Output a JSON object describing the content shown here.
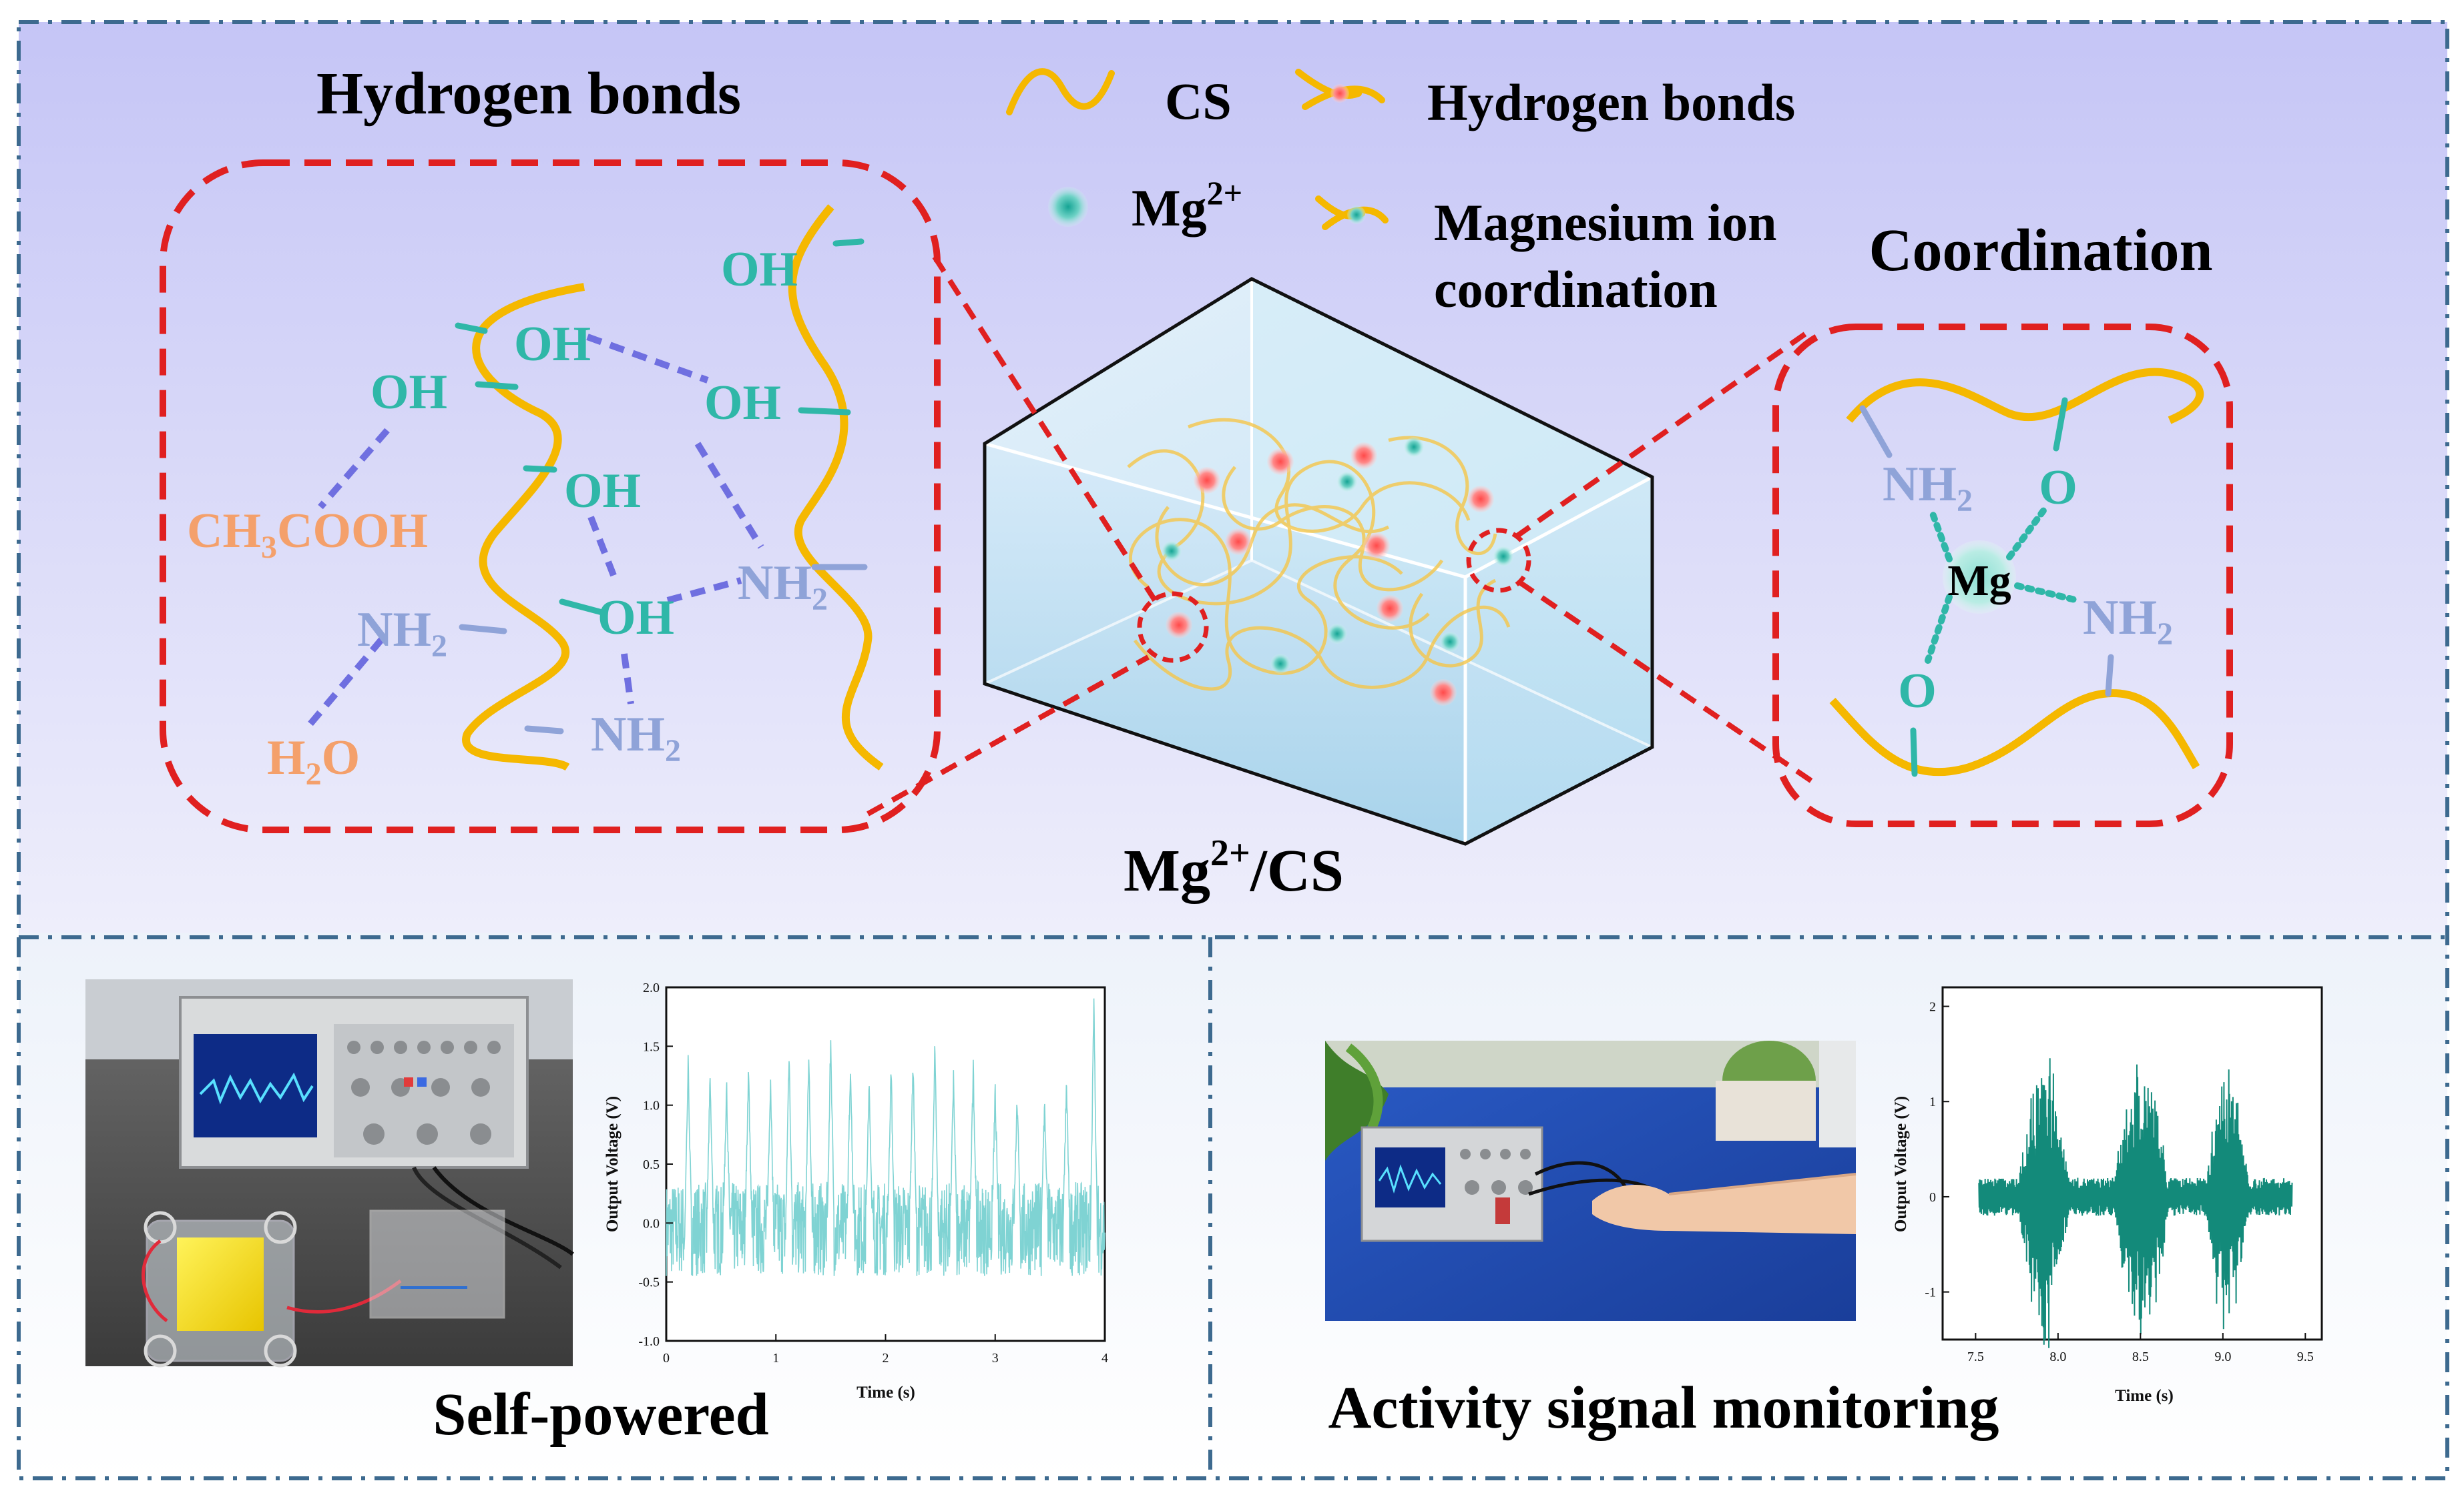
{
  "top": {
    "hbonds_title": "Hydrogen bonds",
    "coord_title": "Coordination",
    "center_label": "Mg",
    "center_label_sup": "2+",
    "center_label_tail": "/CS",
    "legend": {
      "cs": "CS",
      "hbond": "Hydrogen bonds",
      "mg": "Mg",
      "mg_sup": "2+",
      "coord_line1": "Magnesium ion",
      "coord_line2": "coordination"
    },
    "hb_panel": {
      "oh": "OH",
      "nh2_base": "NH",
      "nh2_sub": "2",
      "ch3cooh_a": "CH",
      "ch3cooh_sub": "3",
      "ch3cooh_b": "COOH",
      "h2o_a": "H",
      "h2o_sub": "2",
      "h2o_b": "O"
    },
    "coord_panel": {
      "mg": "Mg",
      "o": "O",
      "nh2_base": "NH",
      "nh2_sub": "2"
    }
  },
  "bottom_left": {
    "caption": "Self-powered",
    "photo_description_color": "#3a3a3a"
  },
  "bottom_right": {
    "caption": "Activity signal monitoring"
  },
  "colors": {
    "chain": "#f5b800",
    "bond_dash": "#6f6fe0",
    "teal": "#2fb7a8",
    "nh2": "#8fa3d8",
    "orange": "#f4a06b",
    "red_dash": "#e02020",
    "border_dash": "#3d6a8f",
    "signal_left": "#7fd3d3",
    "signal_right": "#138a7a"
  },
  "chart_data": [
    {
      "type": "line",
      "xlabel": "Time (s)",
      "ylabel": "Output Voltage (V)",
      "xlim": [
        0,
        4
      ],
      "ylim": [
        -1.0,
        2.0
      ],
      "x_ticks": [
        0,
        1,
        2,
        3,
        4
      ],
      "y_ticks": [
        -1.0,
        -0.5,
        0.0,
        0.5,
        1.0,
        1.5,
        2.0
      ],
      "x_tick_labels": [
        "0",
        "1",
        "2",
        "3",
        "4"
      ],
      "y_tick_labels": [
        "-1.0",
        "-0.5",
        "0.0",
        "0.5",
        "1.0",
        "1.5",
        "2.0"
      ],
      "peak_times": [
        0.2,
        0.4,
        0.55,
        0.75,
        0.95,
        1.12,
        1.3,
        1.5,
        1.68,
        1.85,
        2.05,
        2.25,
        2.45,
        2.62,
        2.8,
        3.0,
        3.2,
        3.45,
        3.65,
        3.9
      ],
      "peak_values": [
        1.35,
        1.2,
        1.15,
        1.3,
        1.2,
        1.45,
        1.4,
        1.55,
        1.35,
        1.15,
        1.3,
        1.4,
        1.5,
        1.2,
        1.3,
        1.1,
        1.05,
        1.0,
        1.15,
        1.85
      ],
      "baseline_range": [
        -0.45,
        0.35
      ]
    },
    {
      "type": "line",
      "xlabel": "Time (s)",
      "ylabel": "Output Voltage (V)",
      "xlim": [
        7.3,
        9.6
      ],
      "ylim": [
        -1.5,
        2.2
      ],
      "x_ticks": [
        7.5,
        8.0,
        8.5,
        9.0,
        9.5
      ],
      "y_ticks": [
        -1,
        0,
        1,
        2
      ],
      "x_tick_labels": [
        "7.5",
        "8.0",
        "8.5",
        "9.0",
        "9.5"
      ],
      "y_tick_labels": [
        "-1",
        "0",
        "1",
        "2"
      ],
      "bursts": [
        {
          "start": 7.75,
          "end": 8.08,
          "amp": 1.75
        },
        {
          "start": 8.33,
          "end": 8.68,
          "amp": 1.75
        },
        {
          "start": 8.88,
          "end": 9.17,
          "amp": 1.5
        }
      ],
      "baseline_amp": 0.2,
      "x_range": [
        7.52,
        9.42
      ]
    }
  ]
}
